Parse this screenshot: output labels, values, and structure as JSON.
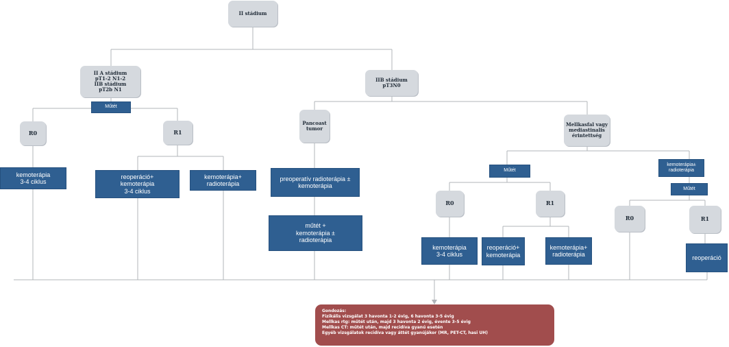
{
  "nodes": {
    "stage2": "II stádium",
    "stage2a": "II A stádium\npT1-2 N1-2\nIIB stádium\npT2b N1",
    "surgery_left": "Műtét",
    "r0_left": "R0",
    "r1_left": "R1",
    "chemo_left": "kemoterápia\n3-4 ciklus",
    "reop_chemo_left": "reoperáció+\nkemoterápia\n3-4 ciklus",
    "chemorad_left": "kemoterápia+\nradioterápia",
    "stage2b": "IIB stádium\npT3N0",
    "pancoast": "Pancoast\ntumor",
    "preop_rad": "preoperatív radioterápia ±\nkemoterápia",
    "surgery_chemo_rad": "műtét +\nkemoterápia ±\nradioterápia",
    "chestwall": "Mellkasfal vagy\nmediastinalis\nérintettség",
    "surgery_mid": "Műtét",
    "r0_mid": "R0",
    "r1_mid": "R1",
    "chemo_mid": "kemoterápia\n3-4 ciklus",
    "reop_chemo_mid": "reoperáció+\nkemoterápia",
    "chemorad_mid": "kemoterápia+\nradioterápia",
    "chemorad_right": "kemoterápia±\nradioterápia",
    "surgery_right": "Műtét",
    "r0_right": "R0",
    "r1_right": "R1",
    "reop_right": "reoperáció"
  },
  "followup": {
    "title": "Gondozás:",
    "lines": [
      "Fizikális vizsgálat 3 havonta 1-2 évig, 6 havonta 3-5 évig",
      "Mellkas rtg: műtét után, majd 3 havonta 2 évig, évente 3-5 évig",
      "Mellkas CT: műtét után, majd recidíva gyanú esetén",
      "Egyéb vizsgálatok recidíva vagy áttét gyanújákor (MR, PET-CT, hasi UH)"
    ]
  },
  "colors": {
    "decision_box": "#d5d9de",
    "treatment_box": "#2f5f91",
    "followup_box": "#a14d4d",
    "connector": "#b0b4b9"
  }
}
